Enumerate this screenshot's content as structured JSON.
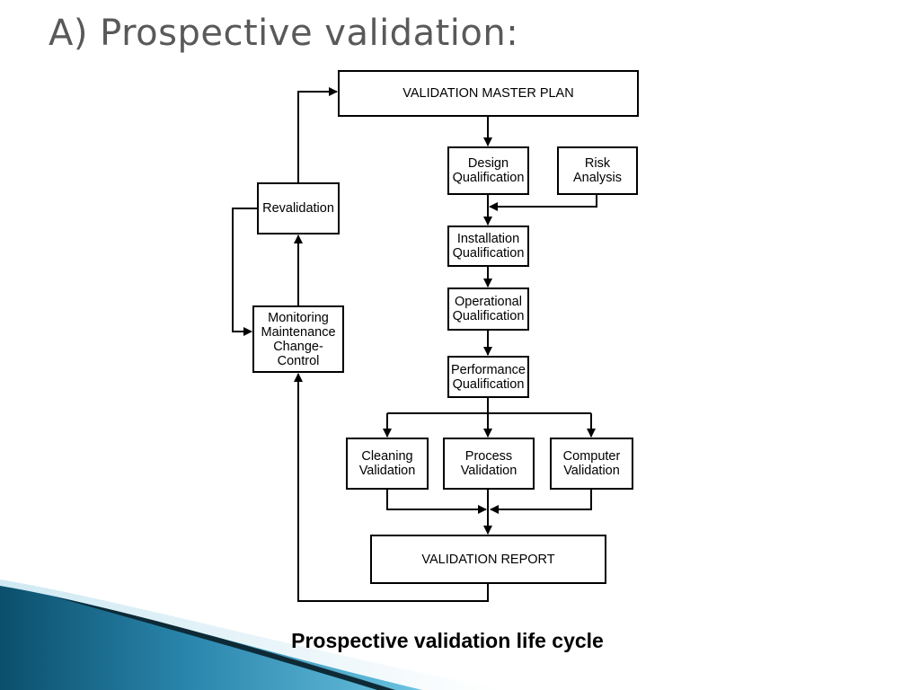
{
  "slide": {
    "title": "A) Prospective validation:",
    "caption": "Prospective validation life cycle"
  },
  "diagram": {
    "nodes": {
      "validation_master_plan": "VALIDATION MASTER PLAN",
      "design_qualification": "Design\nQualification",
      "risk_analysis": "Risk\nAnalysis",
      "installation_qualification": "Installation\nQualification",
      "operational_qualification": "Operational\nQualification",
      "performance_qualification": "Performance\nQualification",
      "cleaning_validation": "Cleaning\nValidation",
      "process_validation": "Process\nValidation",
      "computer_validation": "Computer\nValidation",
      "validation_report": "VALIDATION REPORT",
      "revalidation": "Revalidation",
      "monitoring": "Monitoring\nMaintenance\nChange-\nControl"
    }
  },
  "colors": {
    "title": "#595959",
    "line": "#000000",
    "swoosh_dark": "#0b4f6c",
    "swoosh_light": "#4fb0d4"
  }
}
